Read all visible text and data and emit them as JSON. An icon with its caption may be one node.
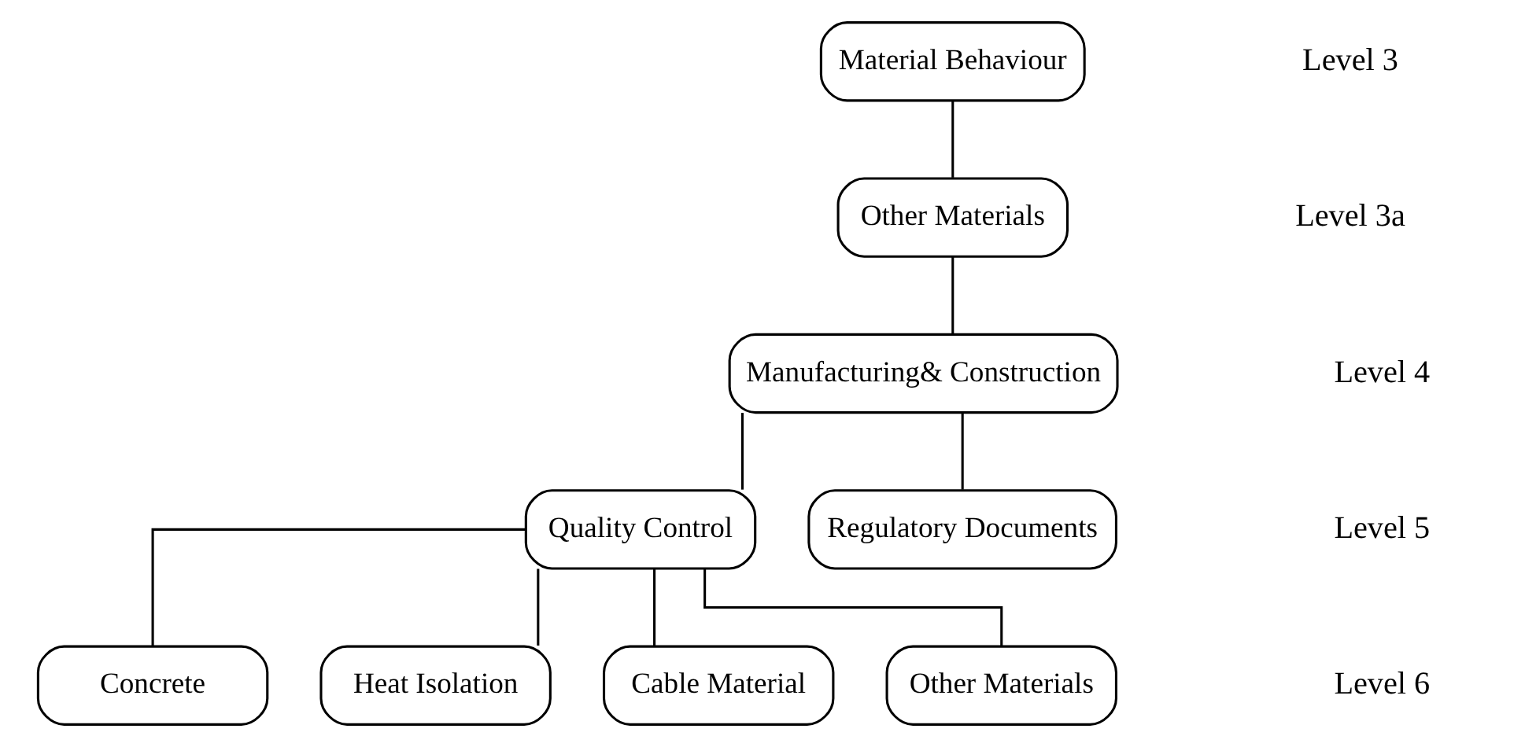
{
  "diagram": {
    "nodes": [
      {
        "text": [
          "Material Behaviour"
        ]
      },
      {
        "text": [
          "Other Materials"
        ]
      },
      {
        "text": [
          "Manufacturing& Construction"
        ]
      },
      {
        "text": [
          "Quality Control"
        ]
      },
      {
        "text": [
          "Regulatory Documents"
        ]
      },
      {
        "text": [
          "Concrete"
        ]
      },
      {
        "text": [
          "Heat Isolation"
        ]
      },
      {
        "text": [
          "Cable Material"
        ]
      },
      {
        "text": [
          "Other Materials"
        ]
      }
    ],
    "edges": [
      {
        "from": 0,
        "to": 1,
        "arrow": "none"
      },
      {
        "from": 1,
        "to": 2,
        "arrow": "none"
      },
      {
        "from": 2,
        "to": 3,
        "arrow": "none"
      },
      {
        "from": 2,
        "to": 4,
        "arrow": "none"
      },
      {
        "from": 3,
        "to": 5,
        "arrow": "none"
      },
      {
        "from": 3,
        "to": 6,
        "arrow": "none"
      },
      {
        "from": 3,
        "to": 7,
        "arrow": "none"
      },
      {
        "from": 3,
        "to": 8,
        "arrow": "none"
      }
    ],
    "labels": [
      "Level 3",
      "Level 3a",
      "Level 4",
      "Level 5",
      "Level 6"
    ]
  }
}
